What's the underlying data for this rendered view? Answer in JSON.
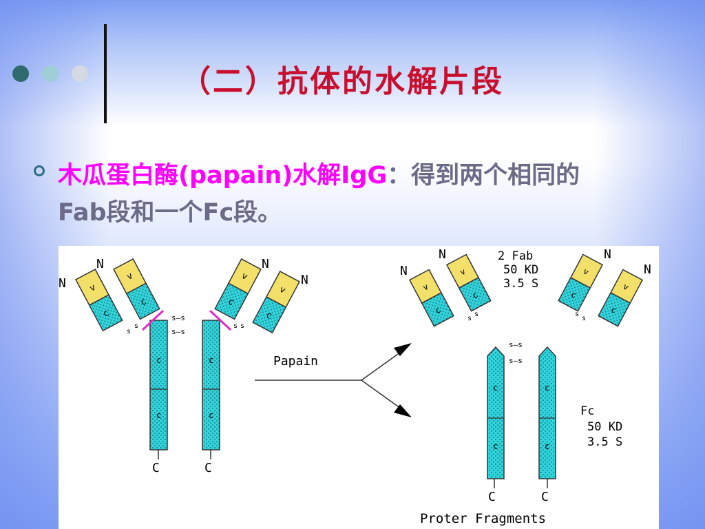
{
  "title": "（二）抗体的水解片段",
  "bullet": {
    "part1": "木瓜蛋白酶(papain)水解IgG",
    "part2": "：得到两个相同的",
    "line2": "Fab段和一个Fc段。"
  },
  "diagram": {
    "n_label": "N",
    "c_label": "C",
    "v_label": "v",
    "c_domain_label": "c",
    "disulfide_label": "s—s",
    "s_label": "s",
    "arrow_label": "Papain",
    "fab_title": "2 Fab",
    "fab_kd": "50 KD",
    "fab_s": "3.5 S",
    "fc_title": "Fc",
    "fc_kd": "50 KD",
    "fc_s": "3.5 S",
    "caption": "Proter Fragments"
  },
  "colors": {
    "title": "#c8102e",
    "highlight": "#ff00ff",
    "body_text": "#6b6b88",
    "variable_domain": "#f3e06b",
    "constant_domain": "#33d3db",
    "cut_mark": "#e02cc8"
  }
}
